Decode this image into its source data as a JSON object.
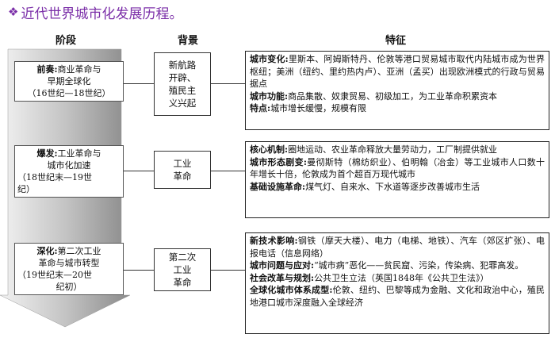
{
  "title": "近代世界城市化发展历程。",
  "title_marker": "❖",
  "headers": {
    "stage": "阶段",
    "background": "背景",
    "feature": "特征"
  },
  "stages": [
    {
      "name": "前奏:",
      "line1": "商业革命与",
      "line2": "早期全球化",
      "line3": "（16世纪—18世纪）"
    },
    {
      "name": "爆发:",
      "line1": "工业革命与",
      "line2": "城市化加速",
      "line3": "（18世纪末—19世",
      "line4": "纪）"
    },
    {
      "name": "深化:",
      "line1": "第二次工业",
      "line2": "革命与城市转型",
      "line3": "（19世纪末—20世",
      "line4": "纪初）"
    }
  ],
  "backgrounds": [
    {
      "l1": "新航路",
      "l2": "开辟、",
      "l3": "殖民主",
      "l4": "义兴起"
    },
    {
      "l1": "工业",
      "l2": "革命"
    },
    {
      "l1": "第二次",
      "l2": "工业",
      "l3": "革命"
    }
  ],
  "features": [
    {
      "k1": "城市变化:",
      "v1": "里斯本、阿姆斯特丹、伦敦等港口贸易城市取代内陆城市成为世界枢纽；美洲（纽约、里约热内卢）、亚洲（孟买）出现欧洲模式的行政与贸易据点",
      "k2": "城市功能:",
      "v2": "商品集散、奴隶贸易、初级加工，为工业革命积累资本",
      "k3": "特点:",
      "v3": "城市增长缓慢，规模有限"
    },
    {
      "k1": "核心机制:",
      "v1": "圈地运动、农业革命释放大量劳动力，工厂制提供就业",
      "k2": "城市形态剧变:",
      "v2": "曼彻斯特（棉纺织业）、伯明翰（冶金）等工业城市人口数十年增长十倍，伦敦成为首个超百万现代城市",
      "k3": "基础设施革命:",
      "v3": "煤气灯、自来水、下水道等逐步改善城市生活"
    },
    {
      "k1": "新技术影响:",
      "v1": "钢铁（摩天大楼）、电力（电梯、地铁）、汽车（郊区扩张）、电报电话（信息网络）",
      "k2": "城市问题与应对:",
      "v2": "“城市病”恶化——贫民窟、污染，传染病、犯罪高发。",
      "k3": "社会改革与规划:",
      "v3": "公共卫生立法（英国1848年《公共卫生法》）",
      "k4": "全球化城市体系成型:",
      "v4": "伦敦、纽约、巴黎等成为金融、文化和政治中心，殖民地港口城市深度融入全球经济"
    }
  ],
  "colors": {
    "title": "#7b2fa8",
    "arrow_light": "#e6e6e6",
    "arrow_dark": "#8a8a8a"
  }
}
